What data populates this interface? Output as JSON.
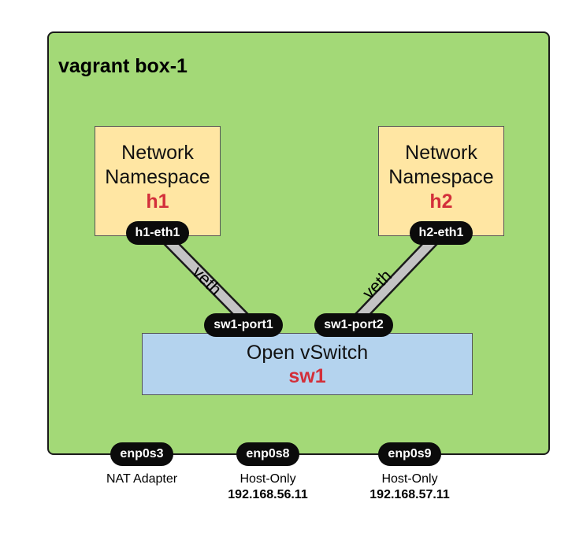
{
  "box": {
    "title": "vagrant box-1"
  },
  "namespaces": [
    {
      "line1": "Network",
      "line2": "Namespace",
      "name": "h1",
      "iface": "h1-eth1"
    },
    {
      "line1": "Network",
      "line2": "Namespace",
      "name": "h2",
      "iface": "h2-eth1"
    }
  ],
  "switch": {
    "line1": "Open vSwitch",
    "name": "sw1",
    "ports": [
      "sw1-port1",
      "sw1-port2"
    ]
  },
  "links": {
    "label": "veth"
  },
  "interfaces": [
    {
      "name": "enp0s3",
      "label": "NAT Adapter",
      "ip": ""
    },
    {
      "name": "enp0s8",
      "label": "Host-Only",
      "ip": "192.168.56.11"
    },
    {
      "name": "enp0s9",
      "label": "Host-Only",
      "ip": "192.168.57.11"
    }
  ],
  "colors": {
    "box_fill": "#a3d977",
    "namespace_fill": "#ffe6a3",
    "switch_fill": "#b4d3ee",
    "name_accent": "#d32f3a",
    "pill_fill": "#0b0b0b"
  }
}
